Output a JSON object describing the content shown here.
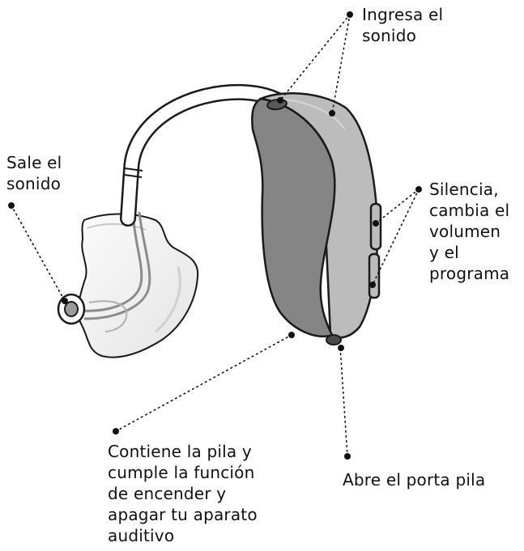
{
  "labels": {
    "sound_in": [
      "Ingresa el",
      "sonido"
    ],
    "sound_out": [
      "Sale el",
      "sonido"
    ],
    "mute_volume": [
      "Silencia,",
      "cambia el",
      "volumen",
      "y el",
      "programa"
    ],
    "battery_power": [
      "Contiene la pila y",
      "cumple la función",
      "de encender y",
      "apagar tu aparato",
      "auditivo"
    ],
    "battery_door": [
      "Abre el porta pila"
    ]
  },
  "colors": {
    "outline": "#1a1a1a",
    "body_dark": "#858585",
    "body_light": "#bcbcbc",
    "tube": "#ffffff",
    "earmold": "#f2f2f2",
    "button_dark": "#5a5a5a",
    "leader": "#111111"
  }
}
